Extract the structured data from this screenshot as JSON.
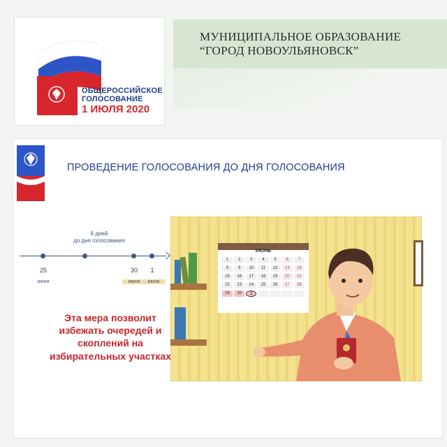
{
  "logo": {
    "line1": "ОБЩЕРОССИЙСКОЕ",
    "line2": "ГОЛОСОВАНИЕ",
    "date": "1 ИЮЛЯ 2020"
  },
  "header": {
    "line1": "МУНИЦИПАЛЬНОЕ ОБРАЗОВАНИЕ",
    "line2": "“ГОРОД НОВОУЛЬЯНОВСК”"
  },
  "section": {
    "title": "ПРОВЕДЕНИЕ ГОЛОСОВАНИЯ ДО ДНЯ ГОЛОСОВАНИЯ"
  },
  "timeline": {
    "days_line1": "6 дней",
    "days_line2": "до дня голосования",
    "points": [
      {
        "day": "25",
        "month": "июня"
      },
      {
        "day": "30",
        "month": "июня"
      },
      {
        "day": "1",
        "month": "июля"
      }
    ]
  },
  "measure": {
    "text": "Эта мера позволит избежать очередей и скоплений на избирательных участках"
  },
  "calendar": {
    "title": "ИЮНЬ",
    "rows": [
      [
        "1",
        "2",
        "3",
        "4",
        "5",
        "6",
        "7"
      ],
      [
        "8",
        "9",
        "10",
        "11",
        "12",
        "13",
        "14"
      ],
      [
        "15",
        "16",
        "17",
        "18",
        "19",
        "20",
        "21"
      ],
      [
        "22",
        "23",
        "24",
        "25",
        "26",
        "27",
        "28"
      ],
      [
        "29",
        "30",
        "1",
        "",
        "",
        "",
        ""
      ]
    ],
    "selected": "1"
  },
  "colors": {
    "brand_blue": "#1f3f8e",
    "brand_red": "#c6262c",
    "header_green": "#d6e6d2"
  }
}
